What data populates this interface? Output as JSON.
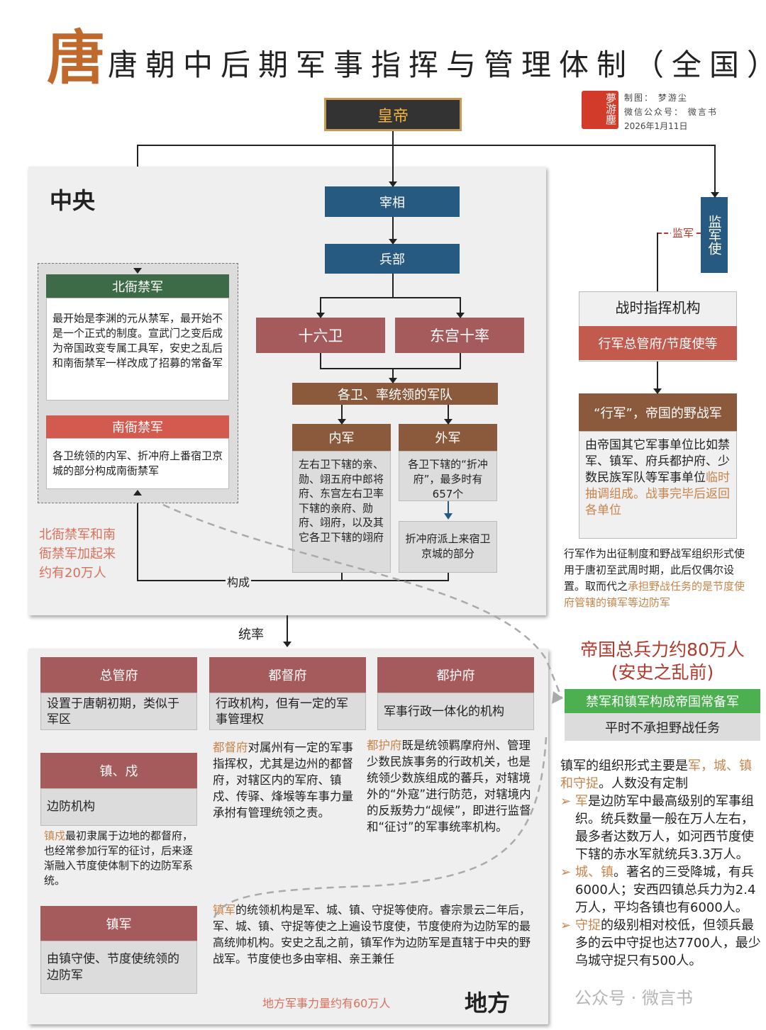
{
  "header": {
    "logo": "唐",
    "title": "唐朝中后期军事指挥与管理体制（全国）",
    "credit": {
      "seal": "夢游塵",
      "maker": "制图： 梦游尘",
      "account": "微信公众号： 微言书",
      "date": "2026年1月11日"
    }
  },
  "emperor": "皇帝",
  "central": {
    "label": "中央",
    "zaixiang": "宰相",
    "bingbu": "兵部",
    "shiliuwei": "十六卫",
    "donggong": "东宫十率",
    "weishuai": "各卫、率统领的军队",
    "neijun": {
      "title": "内军",
      "body": "左右卫下辖的亲、勋、翊五府中郎将府、东宫左右卫率下辖的亲府、勋府、翊府，以及其它各卫下辖的翊府"
    },
    "waijun": {
      "title": "外军",
      "body": "各卫下辖的“折冲府”，最多时有657个"
    },
    "zhechong": "折冲府派上来宿卫京城的部分",
    "goucheng": "构成",
    "beiya": {
      "title": "北衙禁军",
      "body": "最开始是李渊的元从禁军，最开始不是一个正式的制度。宣武门之变后成为帝国政变专属工具军，安史之乱后和南衙禁军一样改成了招募的常备军"
    },
    "nanya": {
      "title": "南衙禁军",
      "body": "各卫统领的内军、折冲府上番宿卫京城的部分构成南衙禁军"
    },
    "total": "北衙禁军和南衙禁军加起来约有20万人"
  },
  "jianjun": {
    "label": "监军",
    "box": "监军使"
  },
  "wartime": {
    "title": "战时指挥机构",
    "band": "行军总管府/节度使等",
    "xingjun": {
      "title": "“行军”，帝国的野战军",
      "body": "由帝国其它军事单位比如禁军、镇军、府兵都护府、少数民族军队等军事单位",
      "body_hl": "临时抽调组成。战事完毕后返回各单位"
    },
    "note": "行军作为出征制度和野战军组织形式使用于唐初至武周时期，此后仅偶尔设置。取而代之",
    "note_hl": "承担野战任务的是节度使府管辖的镇军等边防军"
  },
  "tongshuai": "统率",
  "local": {
    "label": "地方",
    "zongguan": {
      "title": "总管府",
      "body": "设置于唐朝初期，类似于军区"
    },
    "dudu": {
      "title": "都督府",
      "body": "行政机构，但有一定的军事管理权",
      "hl": "都督府",
      "text": "对属州有一定的军事指挥权，尤其是边州的都督府，对辖区内的军府、镇戍、传驿、烽堠等车事力量承拊有管理统领之责。"
    },
    "duhu": {
      "title": "都护府",
      "body": "军事行政一体化的机构",
      "hl": "都护府",
      "text": "既是统领羁摩府州、管理少数民族事务的行政机关，也是统领少数族组成的蕃兵，对辖境外的“外寇”进行防范，对辖境内的反叛势力“觇候”，即进行监督和“征讨”的军事统率机构。"
    },
    "zhenshu": {
      "title": "镇、戍",
      "body": "边防机构",
      "hl": "镇戍",
      "text": "最初隶属于边地的都督府，也经常参加行军的征讨，后来逐渐融入节度使体制下的边防军系统。"
    },
    "zhenjun": {
      "title": "镇军",
      "body": "由镇守使、节度使统领的边防军",
      "hl": "镇军",
      "text": "的统领机构是军、城、镇、守捉等使府。睿宗景云二年后，军、城、镇、守捉等使之上遍设节度使，节度使府为边防军的最高统帅机构。安史之乱之前，镇军作为边防军是直辖于中央的野战军。节度使也多由宰相、亲王兼任"
    },
    "total": "地方军事力量约有60万人"
  },
  "summary": {
    "total": "帝国总兵力约80万人",
    "sub": "(安史之乱前)",
    "green": "禁军和镇军构成帝国常备军",
    "gray": "平时不承担野战任务"
  },
  "right_text": {
    "intro": "镇军的组织形式主要是",
    "intro_hl": "军，城、镇和守捉",
    "intro_end": "。人数没有定制",
    "bullets": [
      {
        "hl": "军",
        "text": "是边防军中最高级别的军事组织。统兵数量一般在万人左右，最多者达数万人，如河西节度使下辖的赤水军就统兵3.3万人。"
      },
      {
        "hl": "城、镇",
        "text": "。著名的三受降城，有兵6000人；安西四镇总兵力为2.4万人，平均各镇也有6000人。"
      },
      {
        "hl": "守捉",
        "text": "的级别相对校低，但领兵最多的云中守捉也达7700人，最少乌城守捉只有500人。"
      }
    ]
  },
  "watermark": "公众号 · 微言书",
  "colors": {
    "brown": "#8b5a3c",
    "redbrown": "#a55a5c",
    "blue": "#265a80",
    "green": "#3d6b47",
    "red": "#d35a4f",
    "accent": "#c8844a"
  }
}
